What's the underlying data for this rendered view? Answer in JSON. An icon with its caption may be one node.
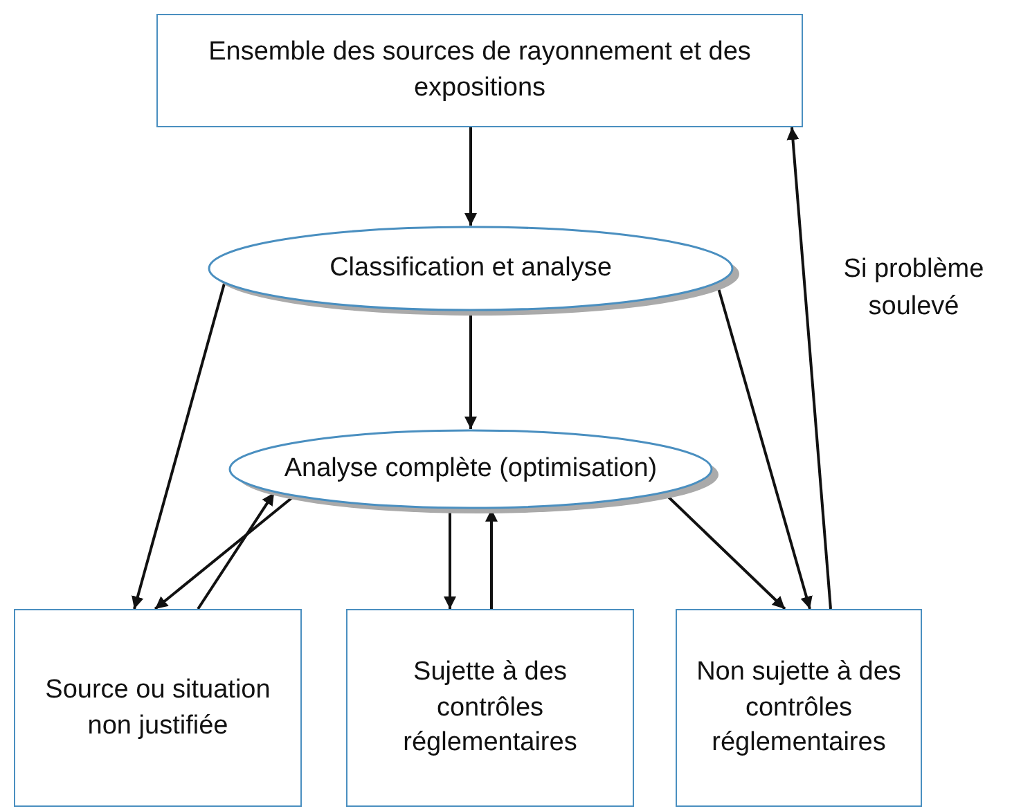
{
  "diagram": {
    "nodes": [
      {
        "text": [
          "Ensemble des sources de rayonnement et des expositions"
        ]
      },
      {
        "text": [
          "Classification et analyse"
        ]
      },
      {
        "text": [
          "Analyse complète (optimisation)"
        ]
      },
      {
        "text": [
          "Source ou situation non justifiée"
        ]
      },
      {
        "text": [
          "Sujette à des contrôles réglementaires"
        ]
      },
      {
        "text": [
          "Non sujette à des contrôles réglementaires"
        ]
      }
    ],
    "edges": [
      {
        "from": 0,
        "to": 1,
        "arrow": "to"
      },
      {
        "from": 1,
        "to": 2,
        "arrow": "to"
      },
      {
        "from": 1,
        "to": 3,
        "arrow": "to"
      },
      {
        "from": 1,
        "to": 5,
        "arrow": "to"
      },
      {
        "from": 2,
        "to": 3,
        "arrow": "to"
      },
      {
        "from": 3,
        "to": 2,
        "arrow": "to"
      },
      {
        "from": 2,
        "to": 4,
        "arrow": "to"
      },
      {
        "from": 4,
        "to": 2,
        "arrow": "to"
      },
      {
        "from": 2,
        "to": 5,
        "arrow": "to"
      },
      {
        "from": 5,
        "to": 0,
        "arrow": "to",
        "label": "Si problème soulevé"
      }
    ]
  }
}
